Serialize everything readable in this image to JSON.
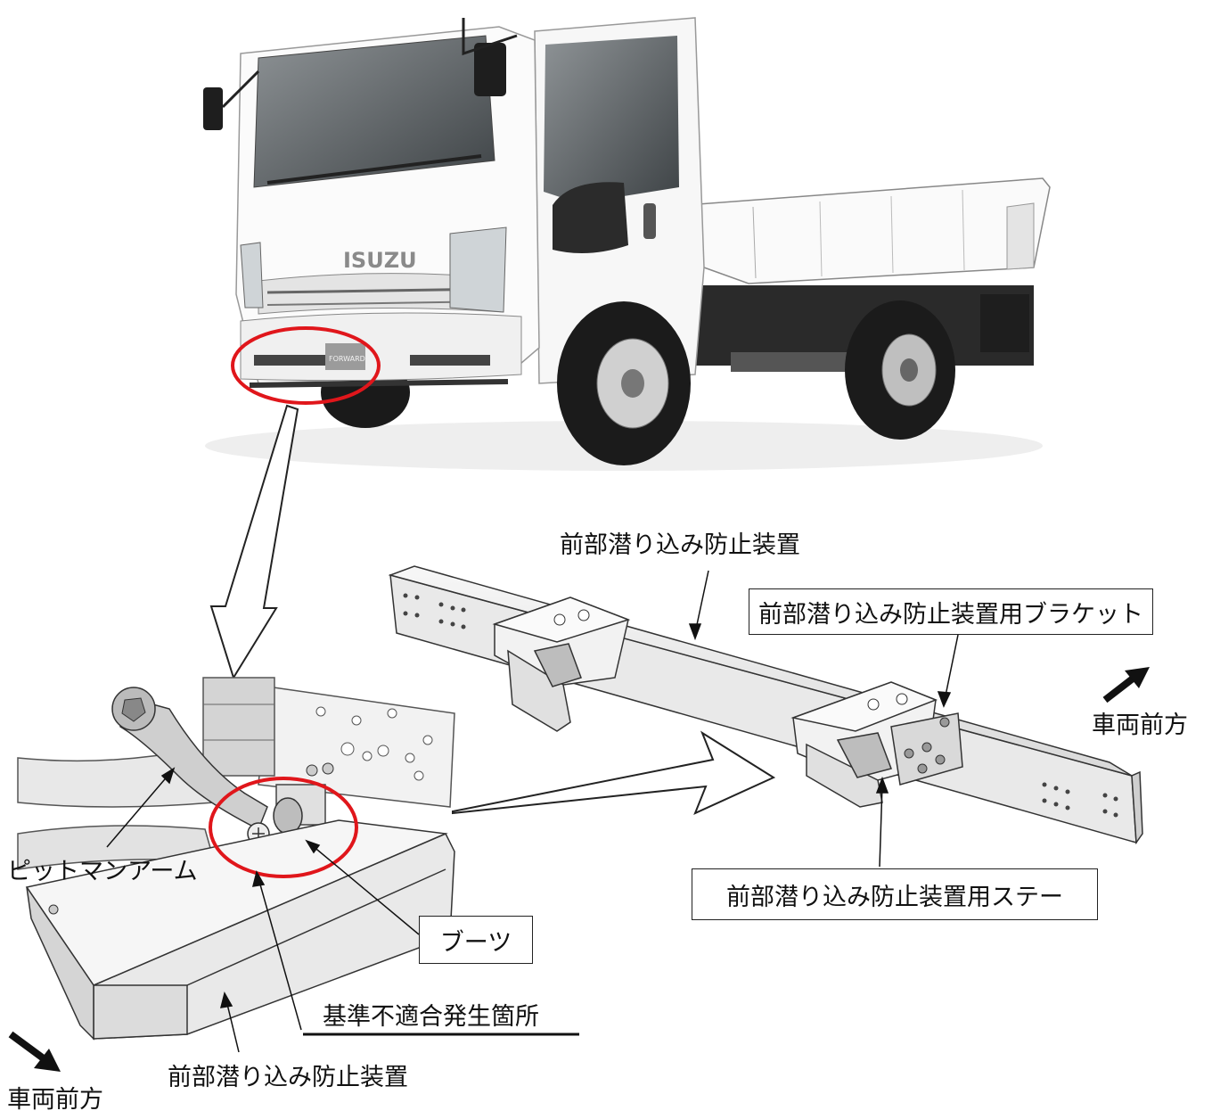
{
  "figure": {
    "vehicle_badge": "ISUZU",
    "plate_text": "FORWARD",
    "labels": {
      "top_device": "前部潜り込み防止装置",
      "bracket": "前部潜り込み防止装置用ブラケット",
      "stay": "前部潜り込み防止装置用ステー",
      "forward_right": "車両前方",
      "pitman_arm": "ピットマンアーム",
      "boot": "ブーツ",
      "defect_location": "基準不適合発生箇所",
      "bottom_device": "前部潜り込み防止装置",
      "forward_left": "車両前方"
    },
    "colors": {
      "highlight_ellipse": "#e0161b",
      "outline": "#222222",
      "metal_light": "#eeeeee",
      "metal_mid": "#d0d0d0",
      "metal_dark": "#9a9a9a",
      "truck_body": "#f6f6f6"
    }
  }
}
